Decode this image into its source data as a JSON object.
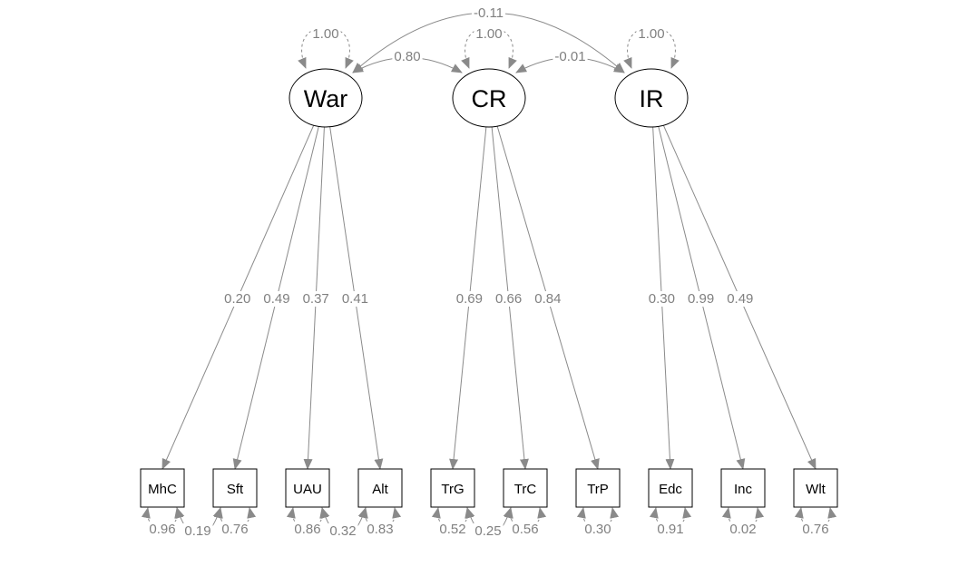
{
  "latent": [
    {
      "id": "War",
      "label": "War",
      "variance": "1.00"
    },
    {
      "id": "CR",
      "label": "CR",
      "variance": "1.00"
    },
    {
      "id": "IR",
      "label": "IR",
      "variance": "1.00"
    }
  ],
  "manifest": [
    {
      "id": "MhC",
      "label": "MhC",
      "residual": "0.96"
    },
    {
      "id": "Sft",
      "label": "Sft",
      "residual": "0.76"
    },
    {
      "id": "UAU",
      "label": "UAU",
      "residual": "0.86"
    },
    {
      "id": "Alt",
      "label": "Alt",
      "residual": "0.83"
    },
    {
      "id": "TrG",
      "label": "TrG",
      "residual": "0.52"
    },
    {
      "id": "TrC",
      "label": "TrC",
      "residual": "0.56"
    },
    {
      "id": "TrP",
      "label": "TrP",
      "residual": "0.30"
    },
    {
      "id": "Edc",
      "label": "Edc",
      "residual": "0.91"
    },
    {
      "id": "Inc",
      "label": "Inc",
      "residual": "0.02"
    },
    {
      "id": "Wlt",
      "label": "Wlt",
      "residual": "0.76"
    }
  ],
  "loadings": [
    {
      "from": "War",
      "to": "MhC",
      "value": "0.20"
    },
    {
      "from": "War",
      "to": "Sft",
      "value": "0.49"
    },
    {
      "from": "War",
      "to": "UAU",
      "value": "0.37"
    },
    {
      "from": "War",
      "to": "Alt",
      "value": "0.41"
    },
    {
      "from": "CR",
      "to": "TrG",
      "value": "0.69"
    },
    {
      "from": "CR",
      "to": "TrC",
      "value": "0.66"
    },
    {
      "from": "CR",
      "to": "TrP",
      "value": "0.84"
    },
    {
      "from": "IR",
      "to": "Edc",
      "value": "0.30"
    },
    {
      "from": "IR",
      "to": "Inc",
      "value": "0.99"
    },
    {
      "from": "IR",
      "to": "Wlt",
      "value": "0.49"
    }
  ],
  "latent_covariances": [
    {
      "a": "War",
      "b": "CR",
      "value": "0.80"
    },
    {
      "a": "CR",
      "b": "IR",
      "value": "-0.01"
    },
    {
      "a": "War",
      "b": "IR",
      "value": "-0.11"
    }
  ],
  "residual_covariances": [
    {
      "a": "MhC",
      "b": "Sft",
      "value": "0.19"
    },
    {
      "a": "UAU",
      "b": "Alt",
      "value": "0.32"
    },
    {
      "a": "TrG",
      "b": "TrC",
      "value": "0.25"
    }
  ],
  "colors": {
    "edge": "#8a8a8a",
    "label": "#808080",
    "node_stroke": "#000000"
  }
}
